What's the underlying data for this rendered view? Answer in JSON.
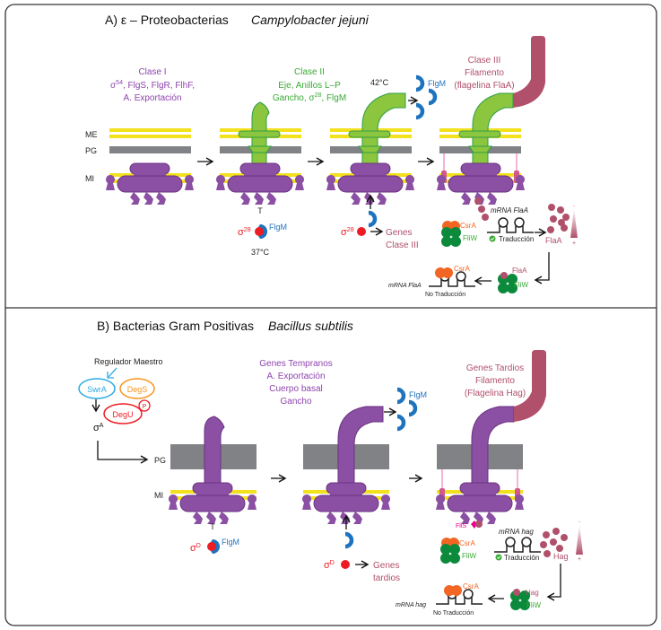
{
  "panel_a": {
    "title": "A) ε – Proteobacterias",
    "organism": "Campylobacter jejuni",
    "membrane_labels": {
      "outer": "ME",
      "peptidoglycan": "PG",
      "inner": "MI"
    },
    "class1": {
      "title": "Clase I",
      "line1_sigma": "σ",
      "line1_sup": "54",
      "line1_rest": ", FlgS, FlgR, FlhF,",
      "line2": "A. Exportación"
    },
    "class2": {
      "title": "Clase II",
      "line1": "Eje, Anillos L–P",
      "line2_pre": "Gancho, σ",
      "line2_sup": "28",
      "line2_post": ", FlgM"
    },
    "class3": {
      "title": "Clase III",
      "line1": "Filamento",
      "line2": "(flagelina FlaA)"
    },
    "t_label": "T",
    "sigma_label": "σ",
    "sigma_sup": "28",
    "flgm_label": "FlgM",
    "temp_low": "37°C",
    "temp_high": "42°C",
    "flgm_secreted_label": "FlgM",
    "genes_line1": "Genes",
    "genes_line2": "Clase III",
    "csra_label": "CsrA",
    "fliw_label": "FliW",
    "mrna_label": "mRNA FlaA",
    "translation_label": "Traducción",
    "product_label": "FlaA",
    "complex_product_label": "FlaA",
    "complex_fliw_label": "FliW",
    "no_translation_csra": "CsrA",
    "no_translation_mrna": "mRNA FlaA",
    "no_translation_label": "No Traducción",
    "gradient_top": "-",
    "gradient_bottom": "+"
  },
  "panel_b": {
    "title": "B) Bacterias Gram Positivas",
    "organism": "Bacillus subtilis",
    "master_regulator": "Regulador Maestro",
    "swra": "SwrA",
    "degs": "DegS",
    "degu": "DegU",
    "phospho": "P",
    "sigma_a": "σ",
    "sigma_a_sup": "A",
    "membrane_labels": {
      "peptidoglycan": "PG",
      "inner": "MI"
    },
    "early": {
      "line1": "Genes Tempranos",
      "line2": "A. Exportación",
      "line3": "Cuerpo basal",
      "line4": "Gancho"
    },
    "late": {
      "line1": "Genes Tardios",
      "line2": "Filamento",
      "line3": "(Flagelina Hag)"
    },
    "t_label": "T",
    "sigma_label": "σ",
    "sigma_sup": "D",
    "flgm_label": "FlgM",
    "flgm_secreted_label": "FlgM",
    "genes_line1": "Genes",
    "genes_line2": "tardios",
    "flis_label": "FliS",
    "csra_label": "CsrA",
    "fliw_label": "FliW",
    "mrna_label": "mRNA hag",
    "translation_label": "Traducción",
    "product_label": "Hag",
    "complex_product_label": "Hag",
    "complex_fliw_label": "FliW",
    "no_translation_csra": "CsrA",
    "no_translation_mrna": "mRNA hag",
    "no_translation_label": "No Traducción",
    "gradient_top": "-",
    "gradient_bottom": "+"
  },
  "colors": {
    "purple": "#8b4fa3",
    "purple_text": "#8e44ad",
    "green": "#8cc63f",
    "green_dark": "#2e9e44",
    "green_text": "#3aaa35",
    "yellow": "#f2e11c",
    "gray": "#808285",
    "maroon": "#b0506b",
    "blue": "#1e73be",
    "light_blue": "#29abe2",
    "red": "#ed1c24",
    "orange": "#f26522",
    "pink": "#ec008c",
    "fliw": "#0a8a3a"
  }
}
